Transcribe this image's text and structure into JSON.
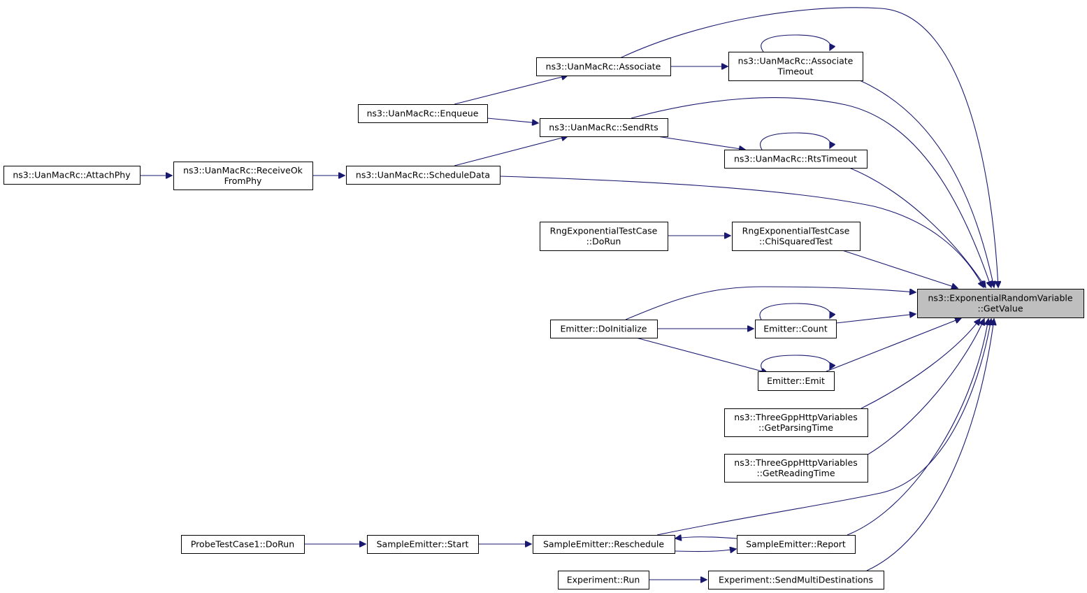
{
  "nodes": [
    {
      "id": "getvalue",
      "lines": [
        "ns3::ExponentialRandomVariable",
        "::GetValue"
      ],
      "focus": true
    },
    {
      "id": "associate",
      "lines": [
        "ns3::UanMacRc::Associate"
      ]
    },
    {
      "id": "assoc_timeout",
      "lines": [
        "ns3::UanMacRc::Associate",
        "Timeout"
      ]
    },
    {
      "id": "enqueue",
      "lines": [
        "ns3::UanMacRc::Enqueue"
      ]
    },
    {
      "id": "sendrts",
      "lines": [
        "ns3::UanMacRc::SendRts"
      ]
    },
    {
      "id": "rtstimeout",
      "lines": [
        "ns3::UanMacRc::RtsTimeout"
      ]
    },
    {
      "id": "attachphy",
      "lines": [
        "ns3::UanMacRc::AttachPhy"
      ]
    },
    {
      "id": "receiveok",
      "lines": [
        "ns3::UanMacRc::ReceiveOk",
        "FromPhy"
      ]
    },
    {
      "id": "scheduledata",
      "lines": [
        "ns3::UanMacRc::ScheduleData"
      ]
    },
    {
      "id": "rng_dorun",
      "lines": [
        "RngExponentialTestCase",
        "::DoRun"
      ]
    },
    {
      "id": "rng_chi",
      "lines": [
        "RngExponentialTestCase",
        "::ChiSquaredTest"
      ]
    },
    {
      "id": "em_doinit",
      "lines": [
        "Emitter::DoInitialize"
      ]
    },
    {
      "id": "em_count",
      "lines": [
        "Emitter::Count"
      ]
    },
    {
      "id": "em_emit",
      "lines": [
        "Emitter::Emit"
      ]
    },
    {
      "id": "http_parsing",
      "lines": [
        "ns3::ThreeGppHttpVariables",
        "::GetParsingTime"
      ]
    },
    {
      "id": "http_reading",
      "lines": [
        "ns3::ThreeGppHttpVariables",
        "::GetReadingTime"
      ]
    },
    {
      "id": "probe_dorun",
      "lines": [
        "ProbeTestCase1::DoRun"
      ]
    },
    {
      "id": "se_start",
      "lines": [
        "SampleEmitter::Start"
      ]
    },
    {
      "id": "se_resched",
      "lines": [
        "SampleEmitter::Reschedule"
      ]
    },
    {
      "id": "se_report",
      "lines": [
        "SampleEmitter::Report"
      ]
    },
    {
      "id": "exp_run",
      "lines": [
        "Experiment::Run"
      ]
    },
    {
      "id": "exp_send",
      "lines": [
        "Experiment::SendMultiDestinations"
      ]
    }
  ],
  "edges": [
    {
      "from": "associate",
      "to": "getvalue"
    },
    {
      "from": "assoc_timeout",
      "to": "getvalue"
    },
    {
      "from": "assoc_timeout",
      "to": "assoc_timeout"
    },
    {
      "from": "associate",
      "to": "assoc_timeout"
    },
    {
      "from": "enqueue",
      "to": "associate"
    },
    {
      "from": "sendrts",
      "to": "getvalue"
    },
    {
      "from": "enqueue",
      "to": "sendrts"
    },
    {
      "from": "scheduledata",
      "to": "sendrts"
    },
    {
      "from": "sendrts",
      "to": "rtstimeout"
    },
    {
      "from": "rtstimeout",
      "to": "rtstimeout"
    },
    {
      "from": "rtstimeout",
      "to": "getvalue"
    },
    {
      "from": "scheduledata",
      "to": "getvalue"
    },
    {
      "from": "attachphy",
      "to": "receiveok"
    },
    {
      "from": "receiveok",
      "to": "scheduledata"
    },
    {
      "from": "rng_dorun",
      "to": "rng_chi"
    },
    {
      "from": "rng_chi",
      "to": "getvalue"
    },
    {
      "from": "em_doinit",
      "to": "getvalue"
    },
    {
      "from": "em_doinit",
      "to": "em_count"
    },
    {
      "from": "em_count",
      "to": "em_count"
    },
    {
      "from": "em_count",
      "to": "getvalue"
    },
    {
      "from": "em_doinit",
      "to": "em_emit"
    },
    {
      "from": "em_emit",
      "to": "em_emit"
    },
    {
      "from": "em_emit",
      "to": "getvalue"
    },
    {
      "from": "http_parsing",
      "to": "getvalue"
    },
    {
      "from": "http_reading",
      "to": "getvalue"
    },
    {
      "from": "se_resched",
      "to": "getvalue"
    },
    {
      "from": "se_report",
      "to": "getvalue"
    },
    {
      "from": "exp_send",
      "to": "getvalue"
    },
    {
      "from": "probe_dorun",
      "to": "se_start"
    },
    {
      "from": "se_start",
      "to": "se_resched"
    },
    {
      "from": "se_report",
      "to": "se_resched"
    },
    {
      "from": "se_resched",
      "to": "se_report"
    },
    {
      "from": "exp_run",
      "to": "exp_send"
    }
  ]
}
